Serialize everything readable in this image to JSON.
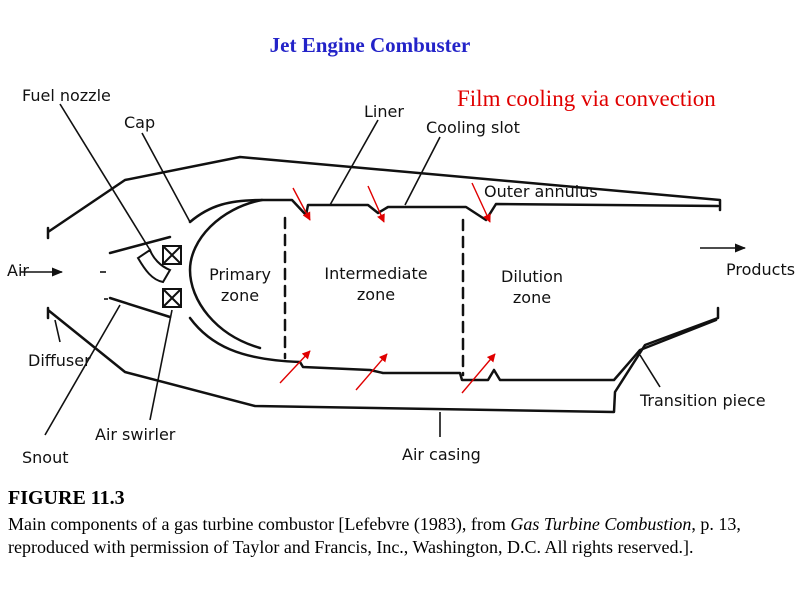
{
  "title": "Jet Engine Combuster",
  "annotation": "Film cooling via convection",
  "labels": {
    "fuel_nozzle": "Fuel nozzle",
    "cap": "Cap",
    "liner": "Liner",
    "cooling_slot": "Cooling slot",
    "outer_annulus": "Outer annulus",
    "air": "Air",
    "products": "Products",
    "diffuser": "Diffuser",
    "snout": "Snout",
    "air_swirler": "Air swirler",
    "air_casing": "Air casing",
    "transition_piece": "Transition piece"
  },
  "zones": {
    "primary_line1": "Primary",
    "primary_line2": "zone",
    "intermediate_line1": "Intermediate",
    "intermediate_line2": "zone",
    "dilution_line1": "Dilution",
    "dilution_line2": "zone"
  },
  "caption": {
    "figure_label": "FIGURE 11.3",
    "text_1": "Main components of a gas turbine combustor [Lefebvre (1983), from ",
    "italic_1": "Gas Turbine Combustion",
    "text_2": ", p. 13, reproduced with permission of Taylor and Francis, Inc., Washington, D.C. All rights reserved.]."
  },
  "colors": {
    "title": "#2323c8",
    "annotation": "#e00000",
    "arrows": "#e00000",
    "lines": "#111111"
  }
}
